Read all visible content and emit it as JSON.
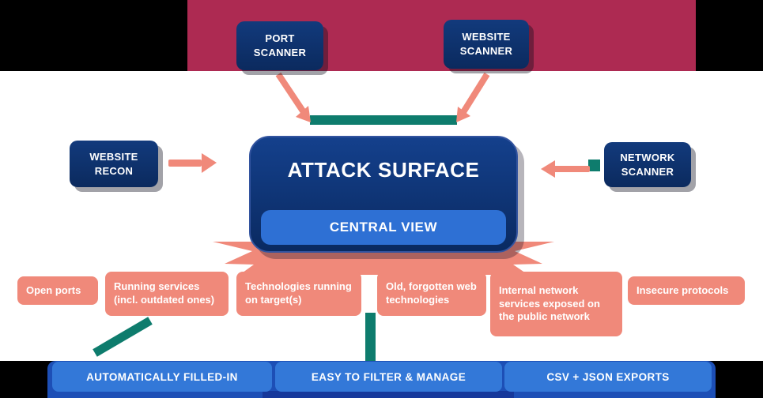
{
  "diagram": {
    "scanners": {
      "port": "PORT SCANNER",
      "website": "WEBSITE SCANNER",
      "recon": "WEBSITE RECON",
      "network": "NETWORK SCANNER"
    },
    "central": {
      "title": "ATTACK SURFACE",
      "subtitle": "CENTRAL VIEW"
    },
    "findings": [
      "Open ports",
      "Running services (incl. outdated ones)",
      "Technologies running on target(s)",
      "Old, forgotten web technologies",
      "Internal network services exposed on the public network",
      "Insecure protocols"
    ],
    "footer": [
      "AUTOMATICALLY FILLED-IN",
      "EASY TO FILTER & MANAGE",
      "CSV + JSON EXPORTS"
    ],
    "colors": {
      "crimson_band": "#ad2a52",
      "navy_node": "#0d2f66",
      "salmon_accent": "#f0897a",
      "teal_accent": "#0e7c6d",
      "footer_band_blue": "#1d4fb6",
      "footer_button_blue": "#3378d8",
      "central_view_blue": "#2e70d4",
      "background": "#000000",
      "card_white": "#ffffff"
    }
  }
}
